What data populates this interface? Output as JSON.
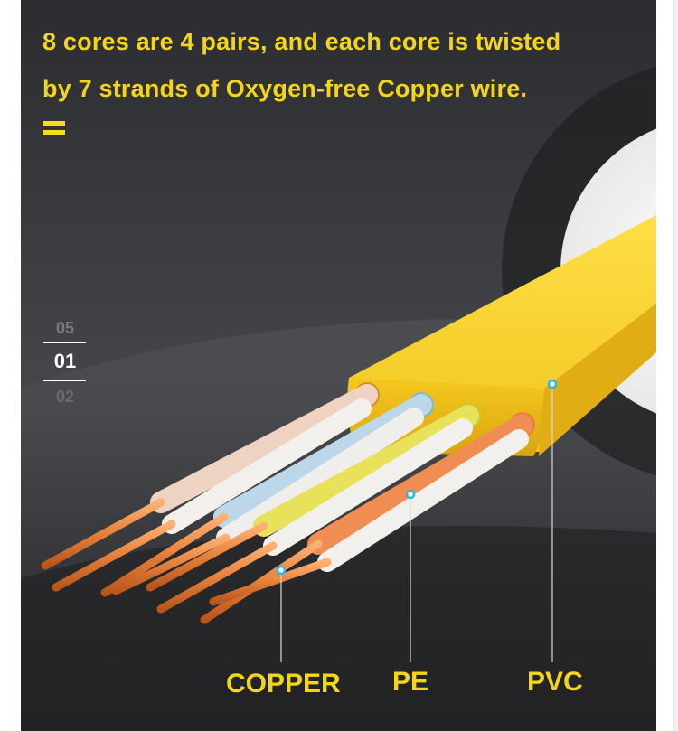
{
  "headline": {
    "line1": "8 cores are 4 pairs, and each core is twisted",
    "line2": "by 7 strands of Oxygen-free Copper wire."
  },
  "pager": {
    "prev": "05",
    "current": "01",
    "next": "02"
  },
  "labels": {
    "copper": "COPPER",
    "pe": "PE",
    "pvc": "PVC"
  },
  "colors": {
    "accent": "#f3d61c",
    "jacket": "#f2c51d",
    "copper": "#e5803a",
    "marker": "#29b6e8"
  },
  "icons": {
    "menu": "equals-icon"
  }
}
